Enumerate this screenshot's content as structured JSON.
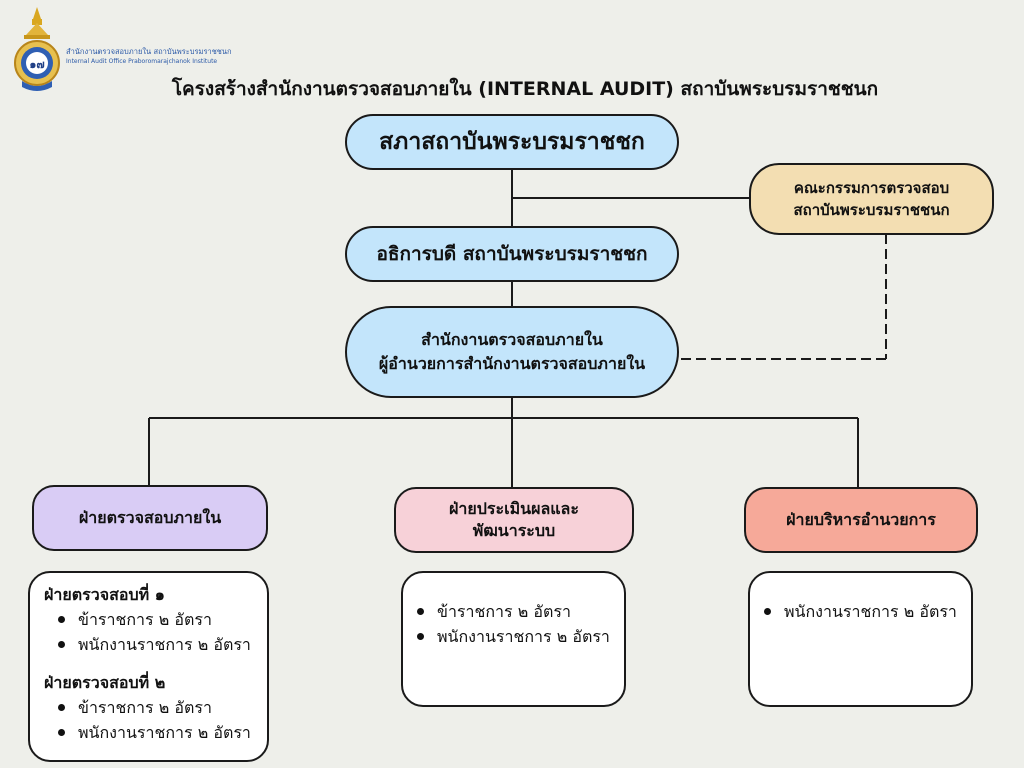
{
  "header": {
    "org_name_th": "สำนักงานตรวจสอบภายใน สถาบันพระบรมราชชนก",
    "org_name_en": "Internal Audit Office Praboromarajchanok Institute",
    "title": "โครงสร้างสำนักงานตรวจสอบภายใน (INTERNAL AUDIT) สถาบันพระบรมราชชนก",
    "logo_text": "๑๗"
  },
  "nodes": {
    "council": {
      "lines": [
        "สภาสถาบันพระบรมราชชก"
      ]
    },
    "audit_committee": {
      "lines": [
        "คณะกรรมการตรวจสอบ",
        "สถาบันพระบรมราชชนก"
      ]
    },
    "president": {
      "lines": [
        "อธิการบดี สถาบันพระบรมราชชก"
      ]
    },
    "audit_office": {
      "lines": [
        "สำนักงานตรวจสอบภายใน",
        "ผู้อำนวยการสำนักงานตรวจสอบภายใน"
      ]
    },
    "internal_audit_division": {
      "lines": [
        "ฝ่ายตรวจสอบภายใน"
      ]
    },
    "evaluation_division": {
      "lines": [
        "ฝ่ายประเมินผลและ",
        "พัฒนาระบบ"
      ]
    },
    "admin_division": {
      "lines": [
        "ฝ่ายบริหารอำนวยการ"
      ]
    }
  },
  "details": {
    "internal_audit": {
      "groups": [
        {
          "title": "ฝ่ายตรวจสอบที่ ๑",
          "items": [
            "ข้าราชการ ๒ อัตรา",
            "พนักงานราชการ ๒ อัตรา"
          ]
        },
        {
          "title": "ฝ่ายตรวจสอบที่ ๒",
          "items": [
            "ข้าราชการ ๒ อัตรา",
            "พนักงานราชการ ๒ อัตรา"
          ]
        }
      ]
    },
    "evaluation": {
      "items": [
        "ข้าราชการ ๒ อัตรา",
        "พนักงานราชการ ๒ อัตรา"
      ]
    },
    "admin": {
      "items": [
        "พนักงานราชการ ๒ อัตรา"
      ]
    }
  },
  "colors": {
    "blue": "#c3e5fb",
    "tan": "#f3deb2",
    "purple": "#d9ccf5",
    "pink": "#f7d1d8",
    "salmon": "#f6a999",
    "background": "#eeefea"
  }
}
